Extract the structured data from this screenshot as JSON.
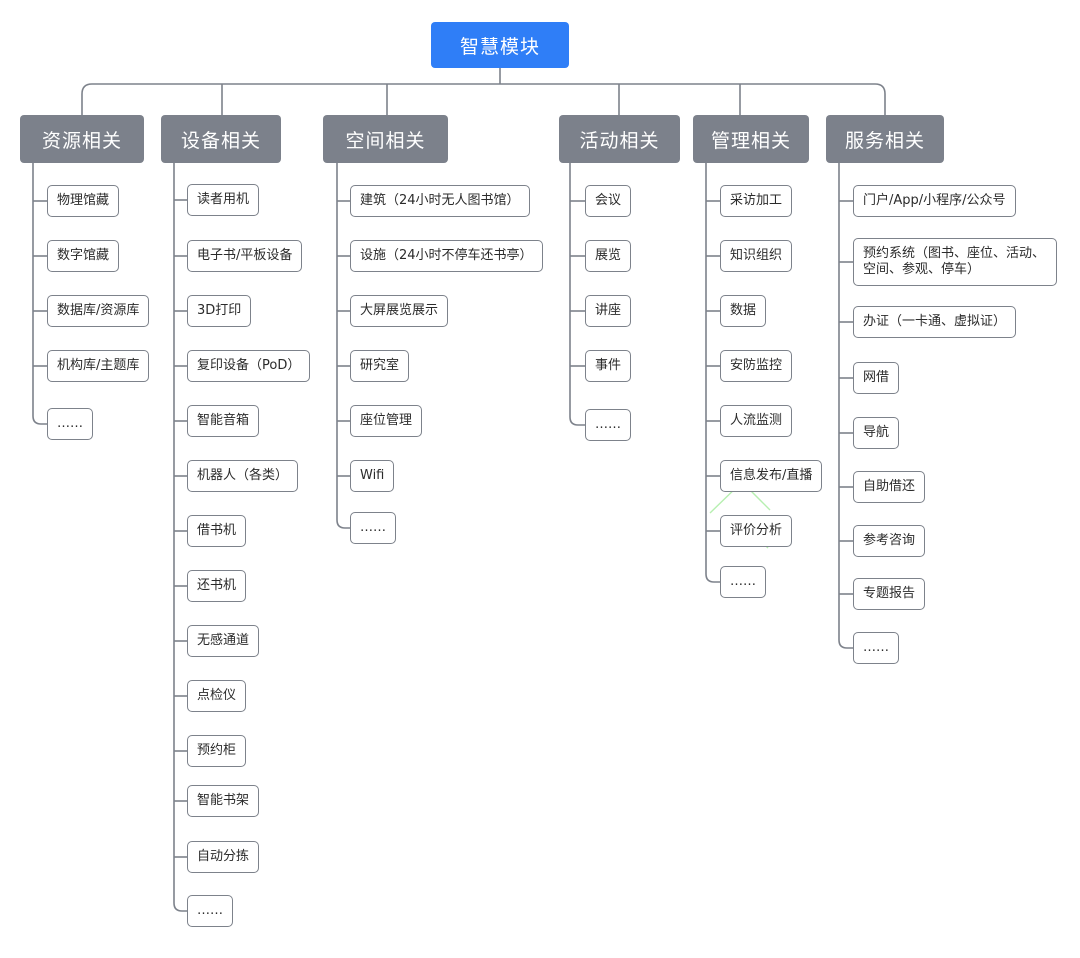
{
  "root": {
    "label": "智慧模块"
  },
  "categories": [
    {
      "label": "资源相关",
      "items": [
        "物理馆藏",
        "数字馆藏",
        "数据库/资源库",
        "机构库/主题库",
        "……"
      ]
    },
    {
      "label": "设备相关",
      "items": [
        "读者用机",
        "电子书/平板设备",
        "3D打印",
        "复印设备（PoD）",
        "智能音箱",
        "机器人（各类）",
        "借书机",
        "还书机",
        "无感通道",
        "点检仪",
        "预约柜",
        "智能书架",
        "自动分拣",
        "……"
      ]
    },
    {
      "label": "空间相关",
      "items": [
        "建筑（24小时无人图书馆）",
        "设施（24小时不停车还书亭）",
        "大屏展览展示",
        "研究室",
        "座位管理",
        "Wifi",
        "……"
      ]
    },
    {
      "label": "活动相关",
      "items": [
        "会议",
        "展览",
        "讲座",
        "事件",
        "……"
      ]
    },
    {
      "label": "管理相关",
      "items": [
        "采访加工",
        "知识组织",
        "数据",
        "安防监控",
        "人流监测",
        "信息发布/直播",
        "评价分析",
        "……"
      ]
    },
    {
      "label": "服务相关",
      "items": [
        "门户/App/小程序/公众号",
        "预约系统（图书、座位、活动、空间、参观、停车）",
        "办证（一卡通、虚拟证）",
        "网借",
        "导航",
        "自助借还",
        "参考咨询",
        "专题报告",
        "……"
      ]
    }
  ]
}
